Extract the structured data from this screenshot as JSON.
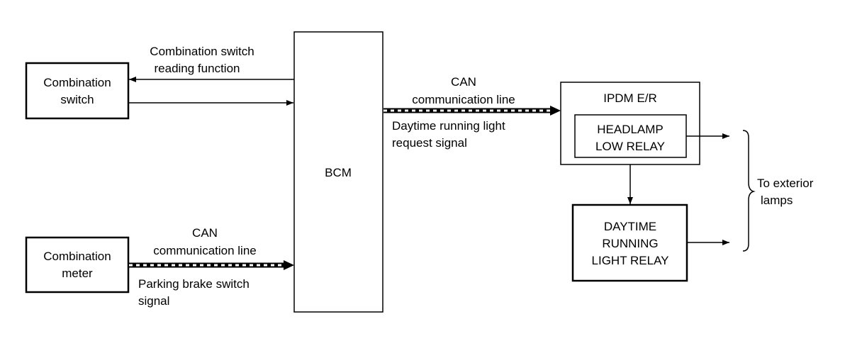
{
  "blocks": {
    "combination_switch": [
      "Combination",
      "switch"
    ],
    "combination_meter": [
      "Combination",
      "meter"
    ],
    "bcm": "BCM",
    "ipdm": "IPDM E/R",
    "headlamp_low_relay": [
      "HEADLAMP",
      "LOW RELAY"
    ],
    "daytime_running_light_relay": [
      "DAYTIME",
      "RUNNING",
      "LIGHT RELAY"
    ]
  },
  "labels": {
    "combination_switch_reading": [
      "Combination switch",
      "reading function"
    ],
    "can_line_ipdm": [
      "CAN",
      "communication line"
    ],
    "daytime_request_signal": [
      "Daytime running light",
      "request signal"
    ],
    "can_line_meter": [
      "CAN",
      "communication line"
    ],
    "parking_brake_signal": [
      "Parking brake switch",
      "signal"
    ],
    "to_exterior_lamps": [
      "To exterior",
      "lamps"
    ]
  }
}
